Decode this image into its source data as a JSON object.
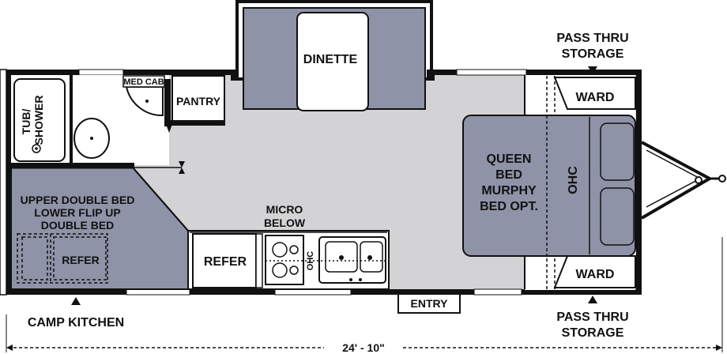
{
  "labels": {
    "dinette": "DINETTE",
    "pass_thru_top_line1": "PASS THRU",
    "pass_thru_top_line2": "STORAGE",
    "ward_top": "WARD",
    "ward_bottom": "WARD",
    "med_cab": "MED CAB",
    "pantry": "PANTRY",
    "tub_line1": "TUB/",
    "tub_line2": "SHOWER",
    "queen_line1": "QUEEN",
    "queen_line2": "BED",
    "queen_line3": "MURPHY",
    "queen_line4": "BED OPT.",
    "ohc_bedroom": "OHC",
    "upper_line1": "UPPER DOUBLE BED",
    "upper_line2": "LOWER FLIP UP",
    "upper_line3": "DOUBLE BED",
    "micro_line1": "MICRO",
    "micro_line2": "BELOW",
    "refer_kitchen": "REFER",
    "refer_bunk": "REFER",
    "ohc_kitchen": "OHC",
    "entry": "ENTRY",
    "camp_kitchen": "CAMP KITCHEN",
    "pass_thru_bottom_line1": "PASS THRU",
    "pass_thru_bottom_line2": "STORAGE",
    "dimension": "24' - 10\""
  },
  "colors": {
    "floor": "#d3d3d6",
    "bed": "#8e93a8",
    "wall": "#111111"
  }
}
